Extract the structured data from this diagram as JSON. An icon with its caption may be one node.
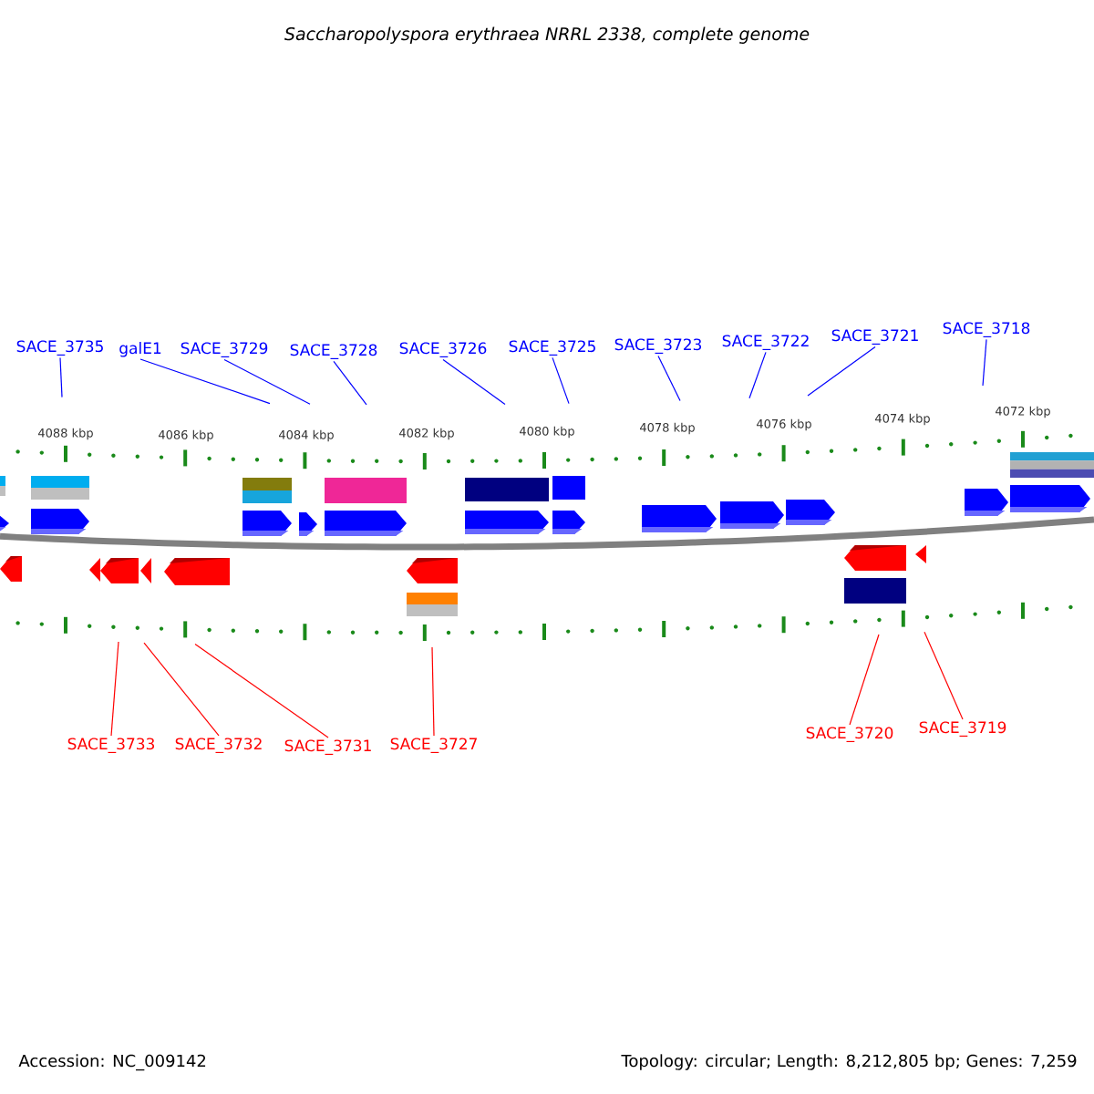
{
  "diagram": {
    "title": "Saccharopolyspora erythraea NRRL 2338, complete genome",
    "nodes": [
      {
        "text": [
          "SACE_3735"
        ]
      },
      {
        "text": [
          "galE1"
        ]
      },
      {
        "text": [
          "SACE_3729"
        ]
      },
      {
        "text": [
          "SACE_3728"
        ]
      },
      {
        "text": [
          "SACE_3726"
        ]
      },
      {
        "text": [
          "SACE_3725"
        ]
      },
      {
        "text": [
          "SACE_3723"
        ]
      },
      {
        "text": [
          "SACE_3722"
        ]
      },
      {
        "text": [
          "SACE_3721"
        ]
      },
      {
        "text": [
          "SACE_3718"
        ]
      },
      {
        "text": [
          "SACE_3733"
        ]
      },
      {
        "text": [
          "SACE_3732"
        ]
      },
      {
        "text": [
          "SACE_3731"
        ]
      },
      {
        "text": [
          "SACE_3727"
        ]
      },
      {
        "text": [
          "SACE_3720"
        ]
      },
      {
        "text": [
          "SACE_3719"
        ]
      }
    ],
    "edges": [
      {
        "from": 0,
        "to": null,
        "arrow": "none"
      },
      {
        "from": 1,
        "to": null,
        "arrow": "none"
      },
      {
        "from": 2,
        "to": null,
        "arrow": "none"
      },
      {
        "from": 3,
        "to": null,
        "arrow": "none"
      },
      {
        "from": 4,
        "to": null,
        "arrow": "none"
      },
      {
        "from": 5,
        "to": null,
        "arrow": "none"
      },
      {
        "from": 6,
        "to": null,
        "arrow": "none"
      },
      {
        "from": 7,
        "to": null,
        "arrow": "none"
      },
      {
        "from": 8,
        "to": null,
        "arrow": "none"
      },
      {
        "from": 9,
        "to": null,
        "arrow": "none"
      },
      {
        "from": 10,
        "to": null,
        "arrow": "none",
        "color": "#ff0000"
      },
      {
        "from": 11,
        "to": null,
        "arrow": "none",
        "color": "#ff0000"
      },
      {
        "from": 12,
        "to": null,
        "arrow": "none",
        "color": "#ff0000"
      },
      {
        "from": 13,
        "to": null,
        "arrow": "none",
        "color": "#ff0000"
      },
      {
        "from": 14,
        "to": null,
        "arrow": "none",
        "color": "#ff0000"
      },
      {
        "from": 15,
        "to": null,
        "arrow": "none",
        "color": "#ff0000"
      }
    ],
    "labels": [
      "4088 kbp",
      "4086 kbp",
      "4084 kbp",
      "4082 kbp",
      "4080 kbp",
      "4078 kbp",
      "4076 kbp",
      "4074 kbp",
      "4072 kbp",
      "Accession: NC_009142",
      "Topology: circular; Length: 8,212,805 bp; Genes: 7,259"
    ]
  }
}
